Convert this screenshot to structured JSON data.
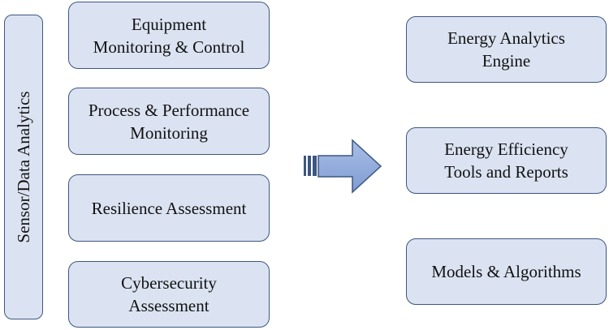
{
  "diagram": {
    "sidebar": {
      "label": "Sensor/Data Analytics"
    },
    "left_boxes": [
      {
        "label": "Equipment\nMonitoring & Control"
      },
      {
        "label": "Process & Performance\nMonitoring"
      },
      {
        "label": "Resilience Assessment"
      },
      {
        "label": "Cybersecurity\nAssessment"
      }
    ],
    "right_boxes": [
      {
        "label": "Energy Analytics\nEngine"
      },
      {
        "label": "Energy Efficiency\nTools and Reports"
      },
      {
        "label": "Models & Algorithms"
      }
    ],
    "colors": {
      "box_fill": "#dbe3f2",
      "box_border": "#3d5680",
      "arrow_fill": "#8faadc",
      "arrow_stroke": "#3d5680"
    }
  }
}
